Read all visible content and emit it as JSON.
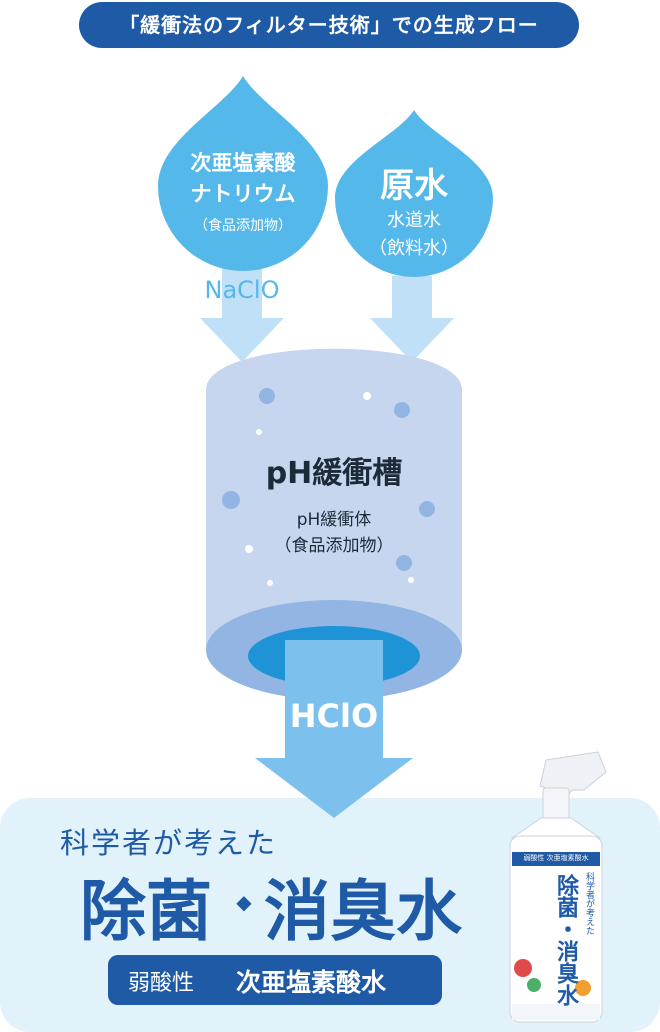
{
  "header": {
    "title": "「緩衝法のフィルター技術」での生成フロー"
  },
  "drop_left": {
    "line1": "次亜塩素酸",
    "line2": "ナトリウム",
    "line3": "（食品添加物）",
    "arrow_label": "NaClO"
  },
  "drop_right": {
    "title": "原水",
    "line2": "水道水",
    "line3": "（飲料水）"
  },
  "tank": {
    "title": "pH緩衝槽",
    "line2": "pH緩衝体",
    "line3": "（食品添加物）"
  },
  "output_arrow": {
    "label": "HClO"
  },
  "product": {
    "tagline": "科学者が考えた",
    "name_part1": "除菌",
    "separator": "◆",
    "name_part2": "消臭水",
    "badge_prefix": "弱酸性",
    "badge_main": "次亜塩素酸水"
  },
  "bottle": {
    "top_line": "弱酸性 次亜塩素酸水",
    "tagline": "科学者が考えた",
    "name": "除菌・消臭水"
  },
  "colors": {
    "navy": "#1f5aa7",
    "drop_blue": "#55b8ea",
    "arrow_light": "#bfe0f6",
    "tank_body": "#c6d6ee",
    "tank_rim": "#92b5e3",
    "tank_hole": "#1e93d6",
    "hclo_arrow": "#7cc1ee",
    "panel_bg": "#e2f2fb"
  }
}
